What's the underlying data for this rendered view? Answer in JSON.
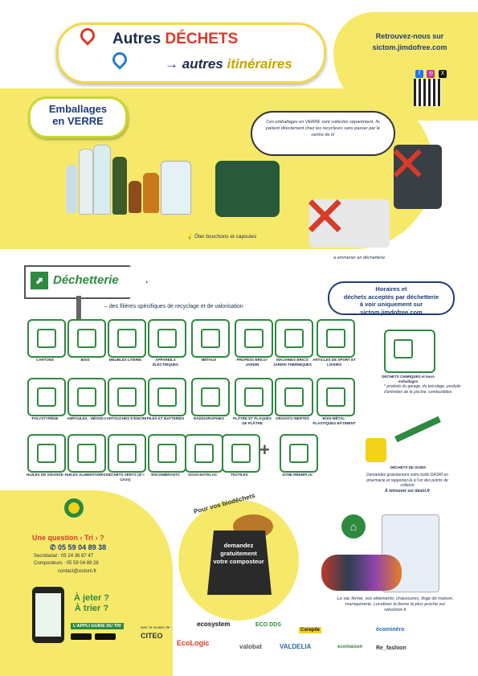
{
  "header": {
    "title_prefix": "Autres",
    "title_highlight": "DÉCHETS",
    "title_line2_prefix": "autres",
    "title_line2_highlight": "itinéraires",
    "follow_line1": "Retrouvez-nous sur",
    "follow_line2": "sictom.jimdofree.com",
    "social": [
      "f",
      "◎",
      "X"
    ]
  },
  "glass": {
    "badge_line1": "Emballages",
    "badge_line2": "en VERRE",
    "bubble": "Ces emballages en VERRE sont collectés séparément. Ils partent directement chez les recycleurs sans passer par le centre de tri",
    "remove_caps": "Ôter bouchons et capsules",
    "bring": "à emmener en déchetterie"
  },
  "dechetterie": {
    "sign": "Déchetterie",
    "streams": "des filières spécifiques de recyclage et de valorisation",
    "hours_line1": "Horaires et",
    "hours_line2": "déchets acceptés par déchetterie",
    "hours_line3": "à voir uniquement sur",
    "hours_line4": "sictom.jimdofree.com",
    "row1": [
      "CARTONS",
      "BOIS",
      "MEUBLES LITERIE",
      "APPAREILS ÉLECTRIQUES",
      "MÉTAUX",
      "PROFESS BRICO-JARDIN",
      "MACHINES BRICO JARDIN THERMIQUES",
      "ARTICLES DE SPORT ET LOISIRS"
    ],
    "row2": [
      "POLYSTYRÈNE",
      "AMPOULES - NÉONS",
      "CARTOUCHES D'ENCRE",
      "PILES ET BATTERIES",
      "RADIOGRAPHIES",
      "PLÂTRE ET PLAQUES DE PLÂTRE",
      "GRAVATS INERTES",
      "BOIS-MÉTAL-PLASTIQUES BÂTIMENT"
    ],
    "row3": [
      "HUILES DE VIDANGE",
      "HUILES ALIMENTAIRES",
      "DÉCHETS VERTS (Ø < 12cm)",
      "ENCOMBRANTS",
      "SOUS-MATELAS",
      "TEXTILES",
      "ZONE RÉEMPLOI"
    ],
    "chem_label": "DÉCHETS CHIMIQUES et leurs emballages",
    "chem_note": "* produits du garage, du bricolage, produits d'entretien de la piscine, combustibles",
    "needle_label": "DÉCHETS DE SOINS",
    "needle_note": "Demandez gratuitement votre boîte DASRI en pharmacie et rapportez-la à l'un des points de collecte",
    "needle_link": "À retrouver sur dastri.fr"
  },
  "contact": {
    "question": "Une question ‹ Tri › ?",
    "phone": "05 59 04 89 38",
    "secretariat": "Secrétariat : 05 24 36 87 47",
    "composteurs": "Composteurs : 05 59 04 89 26",
    "email": "contact@sictom.fr",
    "throw_line1": "À jeter ?",
    "throw_line2": "À trier ?",
    "app_guide": "L'APPLI GUIDE DU TRI"
  },
  "compost": {
    "title": "Pour vos biodéchets",
    "l1": "demandez",
    "l2": "gratuitement",
    "l3": "votre composteur"
  },
  "clothes": {
    "text": "Le sac fermé, vos vêtements, chaussures, linge de maison, maroquinerie. Localisez la borne la plus proche sur refashion.fr"
  },
  "partners": {
    "label": "avec le soutien de :",
    "logos": [
      "CITEO",
      "ecosystem",
      "ECO DDS",
      "Corepile",
      "EcoLogic",
      "valobat",
      "VALDELIA",
      "ecomaison",
      "écominéro",
      "Re_fashion"
    ]
  },
  "colors": {
    "yellow": "#f6e96a",
    "green": "#2d8a3e",
    "navy": "#1f3c77",
    "red": "#d83b2a"
  }
}
